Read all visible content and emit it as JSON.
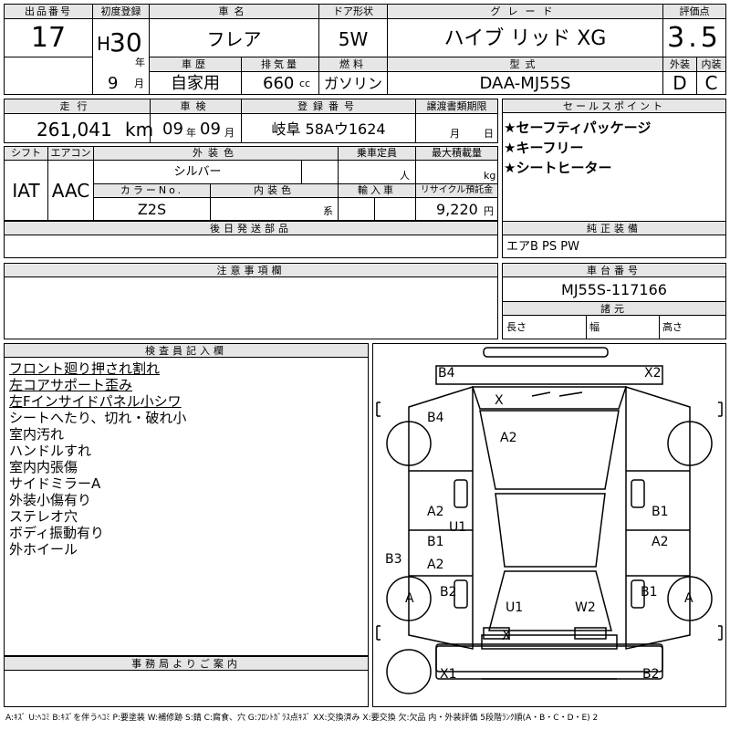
{
  "header": {
    "lot_label": "出品番号",
    "lot": "17",
    "first_reg_label": "初度登録",
    "era": "H",
    "year": "30",
    "year_unit": "年",
    "month": "9",
    "month_unit": "月",
    "car_name_label": "車名",
    "car_name": "フレア",
    "door_label": "ドア形状",
    "door": "5W",
    "grade_label": "グレード",
    "grade": "ハイブ リッド XG",
    "score_label": "評価点",
    "score": "3.5",
    "history_label": "車歴",
    "history": "自家用",
    "displacement_label": "排気量",
    "displacement": "660",
    "displacement_unit": "cc",
    "fuel_label": "燃料",
    "fuel": "ガソリン",
    "model_label": "型式",
    "model": "DAA-MJ55S",
    "ext_label": "外装",
    "ext_score": "D",
    "int_label": "内装",
    "int_score": "C"
  },
  "row2": {
    "mileage_label": "走行",
    "mileage": "261,041",
    "mileage_unit": "km",
    "inspection_label": "車検",
    "insp_year": "09",
    "insp_year_unit": "年",
    "insp_month": "09",
    "insp_month_unit": "月",
    "plate_label": "登録番号",
    "plate": "岐阜 58Aウ1624",
    "transfer_label": "譲渡書類期限",
    "transfer_month_unit": "月",
    "transfer_day_unit": "日"
  },
  "sales": {
    "label": "セールスポイント",
    "items": [
      "★セーフティパッケージ",
      "★キーフリー",
      "★シートヒーター"
    ]
  },
  "row3": {
    "shift_label": "シフト",
    "shift": "IAT",
    "ac_label": "エアコン",
    "ac": "AAC",
    "exterior_color_label": "外装色",
    "exterior_color": "シルバー",
    "capacity_label": "乗車定員",
    "capacity_unit": "人",
    "load_label": "最大積載量",
    "load_unit": "kg",
    "color_no_label": "カラーNo.",
    "color_no": "Z2S",
    "interior_color_label": "内装色",
    "interior_color_unit": "系",
    "import_label": "輸入車",
    "recycle_label": "リサイクル預託金",
    "recycle": "9,220",
    "recycle_unit": "円"
  },
  "later_parts_label": "後日発送部品",
  "genuine": {
    "label": "純正装備",
    "value": "エアB PS PW"
  },
  "notes_label": "注意事項欄",
  "chassis": {
    "label": "車台番号",
    "value": "MJ55S-117166"
  },
  "dims": {
    "label": "諸元",
    "length": "長さ",
    "width": "幅",
    "height": "高さ"
  },
  "inspector": {
    "label": "検査員記入欄",
    "lines": [
      "フロント廻り押され割れ",
      "左コアサポート歪み",
      "左Fインサイドパネル小シワ",
      "シートへたり、切れ・破れ小",
      "室内汚れ",
      "ハンドルすれ",
      "室内内張傷",
      "サイドミラーA",
      "外装小傷有り",
      "ステレオ穴",
      "ボディ振動有り",
      "外ホイール"
    ]
  },
  "office_label": "事務局よりご案内",
  "legend": "A:ｷｽﾞ U:ﾍｺﾐ B:ｷｽﾞを伴うﾍｺﾐ P:要塗装 W:補修跡 S:錆 C:腐食、穴 G:ﾌﾛﾝﾄｶﾞﾗｽ点ｷｽﾞ XX:交換済み X:要交換 欠:欠品 内・外装評価 5段階ﾗﾝｸ順(A・B・C・D・E) 2",
  "diagram": {
    "marks": [
      {
        "label": "B4"
      },
      {
        "label": "X2"
      },
      {
        "label": "X"
      },
      {
        "label": "B4"
      },
      {
        "label": "A2"
      },
      {
        "label": "A2"
      },
      {
        "label": "U1"
      },
      {
        "label": "B1"
      },
      {
        "label": "B1"
      },
      {
        "label": "A2"
      },
      {
        "label": "A2"
      },
      {
        "label": "B3"
      },
      {
        "label": "B2"
      },
      {
        "label": "A"
      },
      {
        "label": "B1"
      },
      {
        "label": "A"
      },
      {
        "label": "U1"
      },
      {
        "label": "W2"
      },
      {
        "label": "X"
      },
      {
        "label": "X1"
      },
      {
        "label": "B2"
      }
    ]
  }
}
